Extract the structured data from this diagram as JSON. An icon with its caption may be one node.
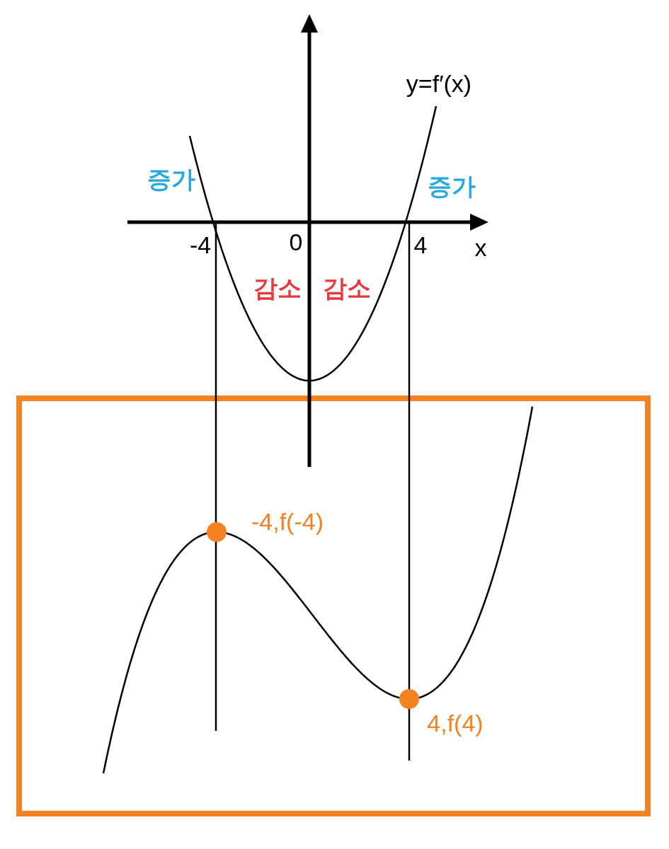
{
  "diagram": {
    "labels": [
      "y=f′(x)",
      "증가",
      "증가",
      "-4",
      "0",
      "4",
      "x",
      "감소",
      "감소",
      "-4,f(-4)",
      "4,f(4)"
    ]
  }
}
